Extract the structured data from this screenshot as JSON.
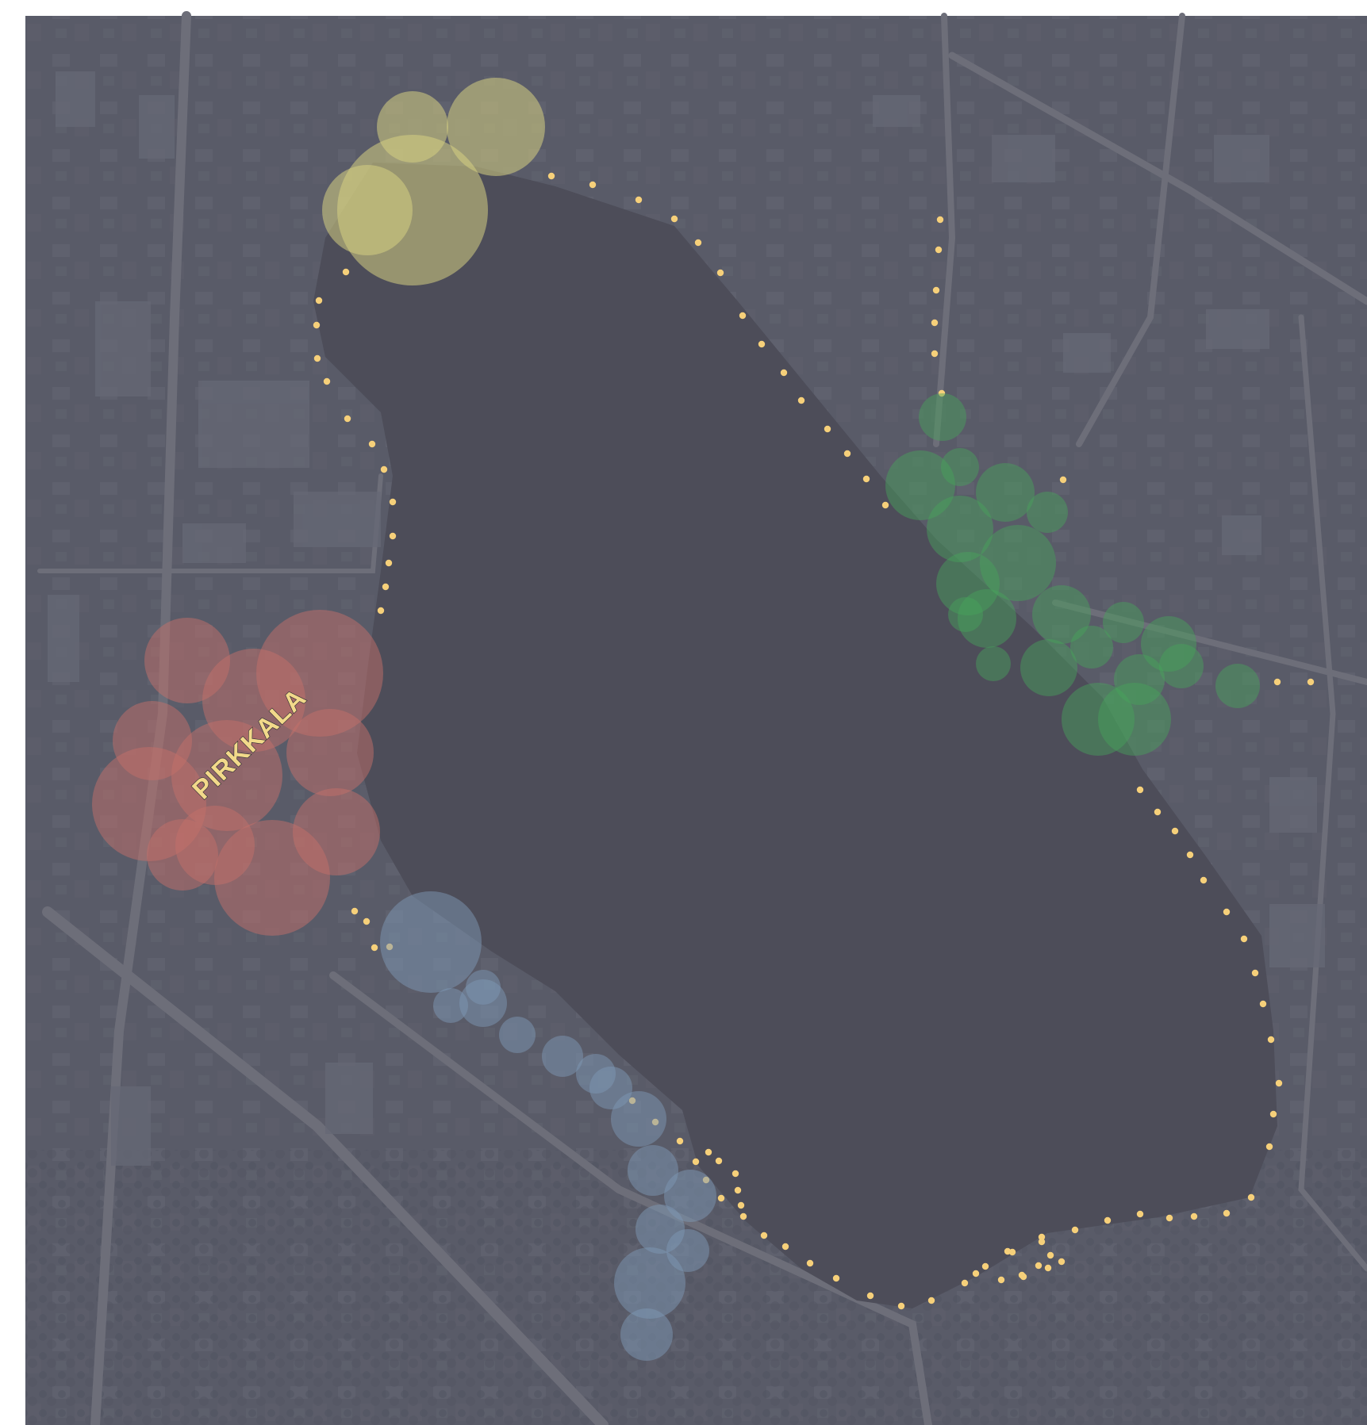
{
  "map": {
    "place_label": "PIRKKALA",
    "colors": {
      "background_frame": "#ffffff",
      "land_base": "#595b68",
      "lake": "#4d4d59",
      "roads": "#6c6d78",
      "buildings": "#626470",
      "path_dots": "#f6d07a",
      "zone_yellow": "#d6cf82",
      "zone_red": "#c46f69",
      "zone_green": "#46a35c",
      "zone_blue": "#7e97b3"
    },
    "layers": [
      "satellite-base",
      "lake",
      "shoreline-path",
      "activity-zones",
      "place-label"
    ],
    "zones": [
      {
        "name": "north-west-zone",
        "color": "zone_yellow"
      },
      {
        "name": "west-zone",
        "color": "zone_red"
      },
      {
        "name": "east-zone",
        "color": "zone_green"
      },
      {
        "name": "south-west-zone",
        "color": "zone_blue"
      }
    ]
  }
}
